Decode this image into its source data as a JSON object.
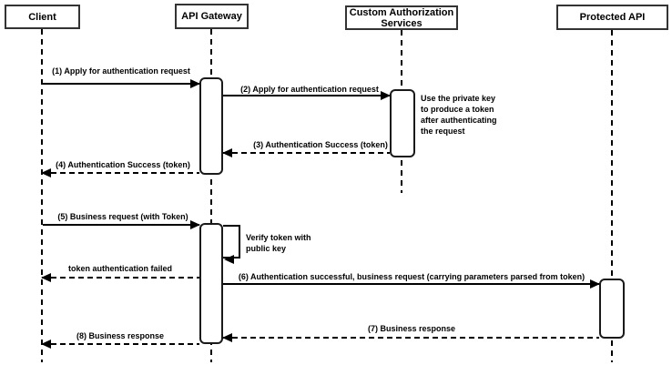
{
  "diagram": {
    "type": "sequence",
    "participants": [
      {
        "id": "client",
        "label": "Client"
      },
      {
        "id": "api-gateway",
        "label": "API Gateway"
      },
      {
        "id": "custom-authorization-services",
        "label": "Custom Authorization Services"
      },
      {
        "id": "protected-api",
        "label": "Protected API"
      }
    ],
    "messages": [
      {
        "label": "(1) Apply for authentication request",
        "from": "Client",
        "to": "API Gateway",
        "style": "solid"
      },
      {
        "label": "(2) Apply for authentication request",
        "from": "API Gateway",
        "to": "Custom Authorization Services",
        "style": "solid"
      },
      {
        "label": "(3) Authentication Success (token)",
        "from": "Custom Authorization Services",
        "to": "API Gateway",
        "style": "dashed"
      },
      {
        "label": "(4) Authentication Success (token)",
        "from": "API Gateway",
        "to": "Client",
        "style": "dashed"
      },
      {
        "label": "(5) Business request (with Token)",
        "from": "Client",
        "to": "API Gateway",
        "style": "solid"
      },
      {
        "label": "Verify token with public key",
        "from": "API Gateway",
        "to": "API Gateway",
        "style": "self"
      },
      {
        "label": "token authentication failed",
        "from": "API Gateway",
        "to": "Client",
        "style": "dashed"
      },
      {
        "label": "(6) Authentication successful, business request (carrying parameters parsed from token)",
        "from": "API Gateway",
        "to": "Protected API",
        "style": "solid"
      },
      {
        "label": "(7) Business response",
        "from": "Protected API",
        "to": "API Gateway",
        "style": "dashed"
      },
      {
        "label": "(8) Business response",
        "from": "API Gateway",
        "to": "Client",
        "style": "dashed"
      }
    ],
    "note": {
      "text": "Use the private key to produce a token after authenticating the request",
      "attached_to": "Custom Authorization Services"
    }
  },
  "colors": {
    "line": "#000000",
    "box_border": "#333333",
    "box_fill": "#ffffff",
    "text": "#000000",
    "background": "#ffffff"
  }
}
